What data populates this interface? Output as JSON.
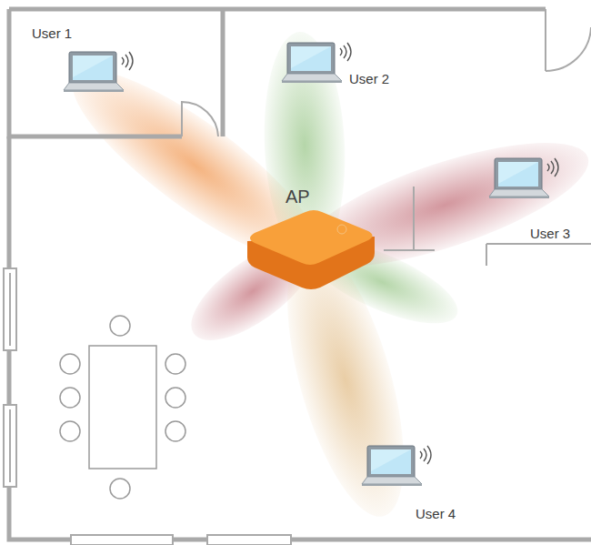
{
  "diagram": {
    "labels": [
      "User 1",
      "User 2",
      "AP",
      "User 3",
      "User 4"
    ]
  }
}
